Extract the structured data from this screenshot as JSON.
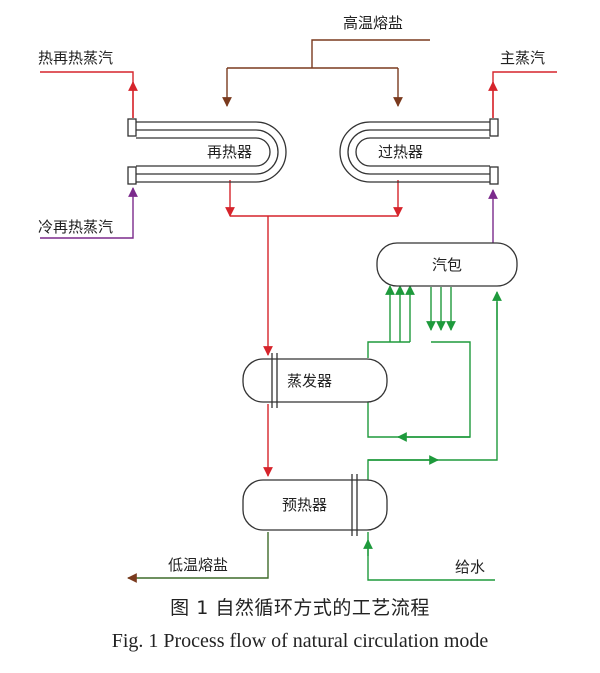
{
  "colors": {
    "red": "#d6242b",
    "brown": "#7a3a1e",
    "purple": "#7b2a8c",
    "green": "#1e9a3c",
    "outline": "#333333"
  },
  "labels": {
    "hot_salt": "高温熔盐",
    "hot_reheat_steam": "热再热蒸汽",
    "main_steam": "主蒸汽",
    "cold_reheat_steam": "冷再热蒸汽",
    "reheater": "再热器",
    "superheater": "过热器",
    "drum": "汽包",
    "evaporator": "蒸发器",
    "preheater": "预热器",
    "cold_salt": "低温熔盐",
    "feedwater": "给水"
  },
  "caption": {
    "cn": "图 1  自然循环方式的工艺流程",
    "en": "Fig. 1  Process flow of natural circulation mode"
  }
}
